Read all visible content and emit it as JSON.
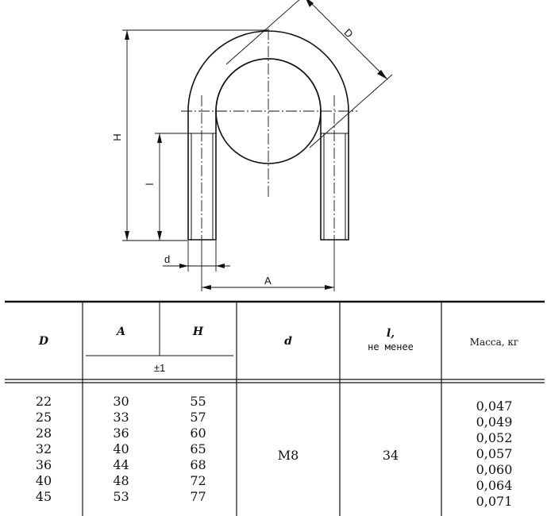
{
  "drawing": {
    "labels": {
      "D": "D",
      "H": "H",
      "l": "l",
      "d": "d",
      "A": "A"
    }
  },
  "table": {
    "headers": {
      "D": "D",
      "A": "A",
      "H": "H",
      "tolerance": "±1",
      "d": "d",
      "l": "l,",
      "l_note": "не менее",
      "mass": "Масса, кг"
    },
    "columns": {
      "D": [
        "22",
        "25",
        "28",
        "32",
        "36",
        "40",
        "45"
      ],
      "A": [
        "30",
        "33",
        "36",
        "40",
        "44",
        "48",
        "53"
      ],
      "H": [
        "55",
        "57",
        "60",
        "65",
        "68",
        "72",
        "77"
      ],
      "mass": [
        "0,047",
        "0,049",
        "0,052",
        "0,057",
        "0,060",
        "0,064",
        "0,071"
      ]
    },
    "d_value": "M8",
    "l_value": "34"
  }
}
